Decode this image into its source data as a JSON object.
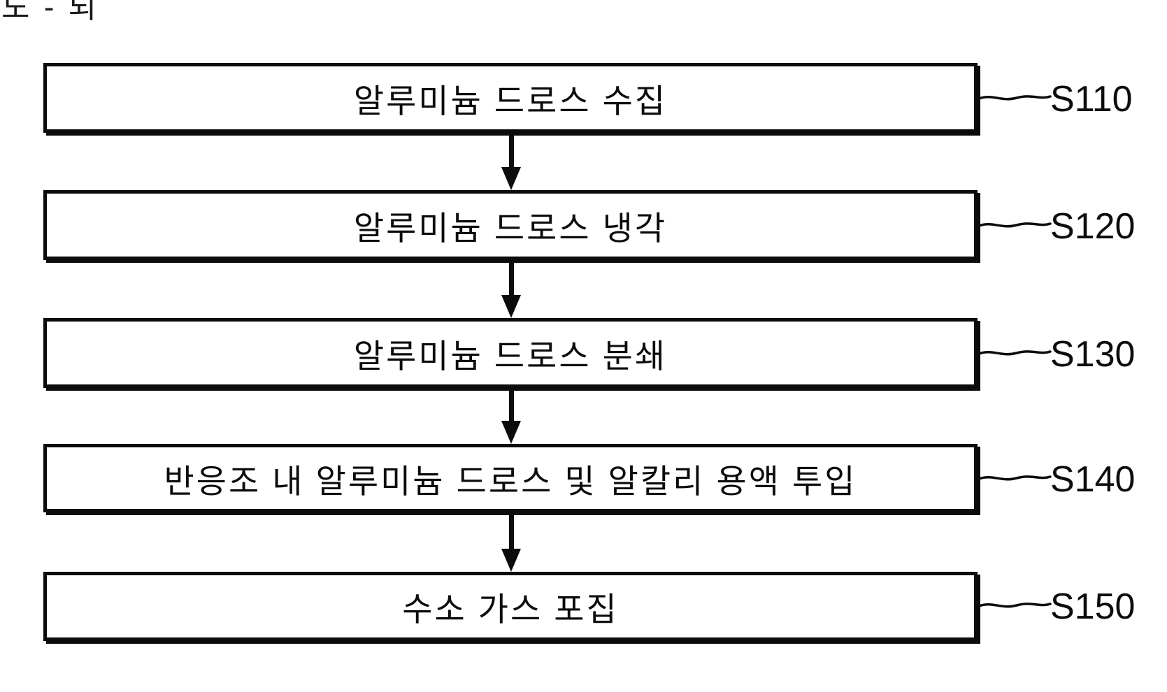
{
  "figure": {
    "clipped_caption": "도 - 되",
    "colors": {
      "line": "#0c0c0c",
      "background": "#ffffff"
    },
    "flow_direction": "top-to-bottom",
    "steps": [
      {
        "label": "알루미늄 드로스 수집",
        "code": "S110"
      },
      {
        "label": "알루미늄 드로스 냉각",
        "code": "S120"
      },
      {
        "label": "알루미늄 드로스 분쇄",
        "code": "S130"
      },
      {
        "label": "반응조 내 알루미늄 드로스 및 알칼리 용액 투입",
        "code": "S140"
      },
      {
        "label": "수소 가스 포집",
        "code": "S150"
      }
    ]
  }
}
